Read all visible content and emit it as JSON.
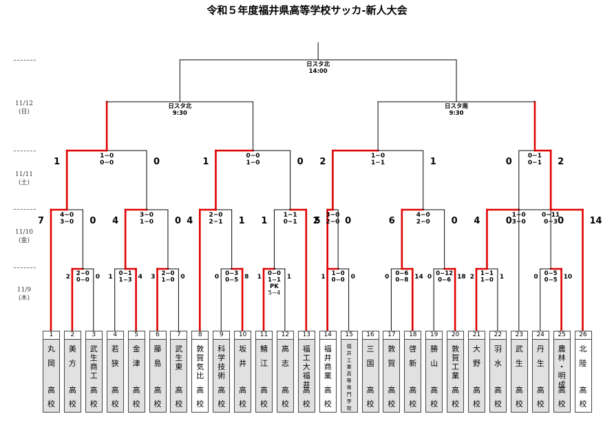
{
  "title": "令和５年度福井県高等学校サッカ-新人大会",
  "dates": [
    {
      "day": "11/12",
      "weekday": "(日)"
    },
    {
      "day": "11/11",
      "weekday": "(土)"
    },
    {
      "day": "11/10",
      "weekday": "(金)"
    },
    {
      "day": "11/9",
      "weekday": "(木)"
    }
  ],
  "final": {
    "venue": "日スタ北",
    "time": "14:00"
  },
  "semifinals": [
    {
      "venue": "日スタ北",
      "time": "9:30"
    },
    {
      "venue": "日スタ南",
      "time": "9:30"
    }
  ],
  "teams": [
    {
      "num": "1",
      "name": "丸岡",
      "suffix": "高校",
      "shaded": true
    },
    {
      "num": "2",
      "name": "美方",
      "suffix": "高校",
      "shaded": true
    },
    {
      "num": "3",
      "name": "武生商工",
      "suffix": "高校",
      "shaded": true
    },
    {
      "num": "4",
      "name": "若狭",
      "suffix": "高校",
      "shaded": true
    },
    {
      "num": "5",
      "name": "金津",
      "suffix": "高校",
      "shaded": true
    },
    {
      "num": "6",
      "name": "藤島",
      "suffix": "高校",
      "shaded": true
    },
    {
      "num": "7",
      "name": "武生東",
      "suffix": "高校",
      "shaded": true
    },
    {
      "num": "8",
      "name": "敦賀気比",
      "suffix": "高校",
      "shaded": false
    },
    {
      "num": "9",
      "name": "科学技術",
      "suffix": "高校",
      "shaded": true
    },
    {
      "num": "10",
      "name": "坂井",
      "suffix": "高校",
      "shaded": true
    },
    {
      "num": "11",
      "name": "鯖江",
      "suffix": "高校",
      "shaded": true
    },
    {
      "num": "12",
      "name": "高志",
      "suffix": "高校",
      "shaded": true
    },
    {
      "num": "13",
      "name": "福工大福井",
      "suffix": "高校",
      "shaded": true
    },
    {
      "num": "14",
      "name": "福井商業",
      "suffix": "高校",
      "shaded": false
    },
    {
      "num": "15",
      "name": "福井工業高等専門学校",
      "suffix": "",
      "shaded": true
    },
    {
      "num": "16",
      "name": "三国",
      "suffix": "高校",
      "shaded": true
    },
    {
      "num": "17",
      "name": "敦賀",
      "suffix": "高校",
      "shaded": true
    },
    {
      "num": "18",
      "name": "啓新",
      "suffix": "高校",
      "shaded": true
    },
    {
      "num": "19",
      "name": "勝山",
      "suffix": "高校",
      "shaded": true
    },
    {
      "num": "20",
      "name": "敦賀工業",
      "suffix": "高校",
      "shaded": true
    },
    {
      "num": "21",
      "name": "大野",
      "suffix": "高校",
      "shaded": true
    },
    {
      "num": "22",
      "name": "羽水",
      "suffix": "高校",
      "shaded": true
    },
    {
      "num": "23",
      "name": "武生",
      "suffix": "高校",
      "shaded": true
    },
    {
      "num": "24",
      "name": "丹生",
      "suffix": "高校",
      "shaded": true
    },
    {
      "num": "25",
      "name": "農林・明成",
      "suffix": "高校",
      "shaded": true
    },
    {
      "num": "26",
      "name": "北陸",
      "suffix": "高校",
      "shaded": false
    }
  ],
  "r1_matches": [
    {
      "left_score": "2",
      "right_score": "0",
      "half1": "2−0",
      "half2": "0−0"
    },
    {
      "left_score": "1",
      "right_score": "4",
      "half1": "0−1",
      "half2": "1−3"
    },
    {
      "left_score": "3",
      "right_score": "0",
      "half1": "2−0",
      "half2": "1−0"
    },
    {
      "left_score": "0",
      "right_score": "8",
      "half1": "0−3",
      "half2": "0−5"
    },
    {
      "left_score": "1",
      "right_score": "1",
      "half1": "0−0",
      "half2": "1−1",
      "pk_label": "PK",
      "pk_score": "5−4"
    },
    {
      "left_score": "1",
      "right_score": "0",
      "half1": "1−0",
      "half2": "0−0"
    },
    {
      "left_score": "0",
      "right_score": "14",
      "half1": "0−6",
      "half2": "0−8"
    },
    {
      "left_score": "0",
      "right_score": "18",
      "half1": "0−12",
      "half2": "0−6"
    },
    {
      "left_score": "2",
      "right_score": "1",
      "half1": "1−1",
      "half2": "1−0"
    },
    {
      "left_score": "0",
      "right_score": "10",
      "half1": "0−5",
      "half2": "0−5"
    }
  ],
  "r2_matches": [
    {
      "left_score": "7",
      "right_score": "0",
      "half1": "4−0",
      "half2": "3−0"
    },
    {
      "left_score": "4",
      "right_score": "0",
      "half1": "3−0",
      "half2": "1−0"
    },
    {
      "left_score": "4",
      "right_score": "1",
      "half1": "2−0",
      "half2": "2−1"
    },
    {
      "left_score": "1",
      "right_score": "2",
      "half1": "1−1",
      "half2": "0−1"
    },
    {
      "left_score": "5",
      "right_score": "0",
      "half1": "3−0",
      "half2": "2−0"
    },
    {
      "left_score": "6",
      "right_score": "0",
      "half1": "4−0",
      "half2": "2−0"
    },
    {
      "left_score": "4",
      "right_score": "0",
      "half1": "1−0",
      "half2": "3−0"
    },
    {
      "left_score": "0",
      "right_score": "14",
      "half1": "0−11",
      "half2": "0−3"
    }
  ],
  "r3_matches": [
    {
      "left_score": "1",
      "right_score": "0",
      "half1": "1−0",
      "half2": "0−0"
    },
    {
      "left_score": "1",
      "right_score": "0",
      "half1": "0−0",
      "half2": "1−0"
    },
    {
      "left_score": "2",
      "right_score": "1",
      "half1": "1−0",
      "half2": "1−1"
    },
    {
      "left_score": "0",
      "right_score": "2",
      "half1": "0−1",
      "half2": "0−1"
    }
  ],
  "colors": {
    "winner_path": "#e00000",
    "line": "#000000",
    "shade": "#e1e1e1"
  }
}
